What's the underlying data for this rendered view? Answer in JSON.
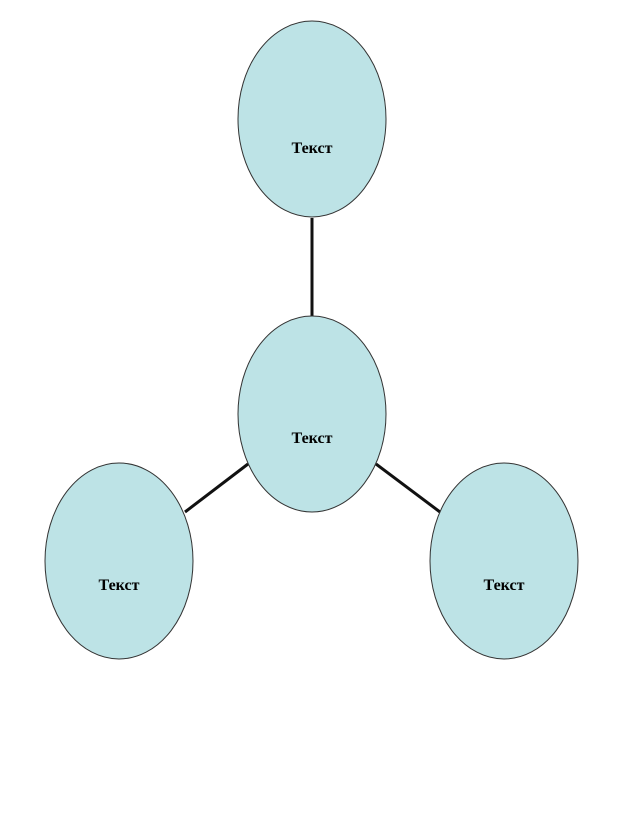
{
  "diagram": {
    "colors": {
      "node_fill": "#bde3e6",
      "node_stroke": "#333333",
      "connector": "#111111"
    },
    "nodes": [
      {
        "id": "top",
        "label": "Текст"
      },
      {
        "id": "center",
        "label": "Текст"
      },
      {
        "id": "left",
        "label": "Текст"
      },
      {
        "id": "right",
        "label": "Текст"
      }
    ],
    "edges": [
      {
        "from": "center",
        "to": "top"
      },
      {
        "from": "center",
        "to": "left"
      },
      {
        "from": "center",
        "to": "right"
      }
    ]
  }
}
